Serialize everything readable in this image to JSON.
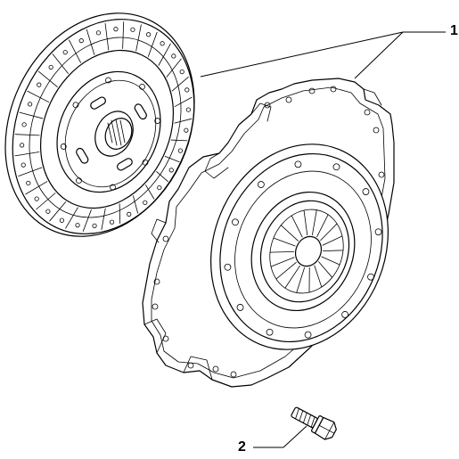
{
  "callouts": [
    {
      "id": "1",
      "label": "1"
    },
    {
      "id": "2",
      "label": "2"
    }
  ],
  "parts": {
    "clutch_disc": "clutch-disc",
    "pressure_plate": "clutch-pressure-plate",
    "bolt": "bolt"
  },
  "colors": {
    "line": "#000000",
    "background": "#ffffff"
  }
}
